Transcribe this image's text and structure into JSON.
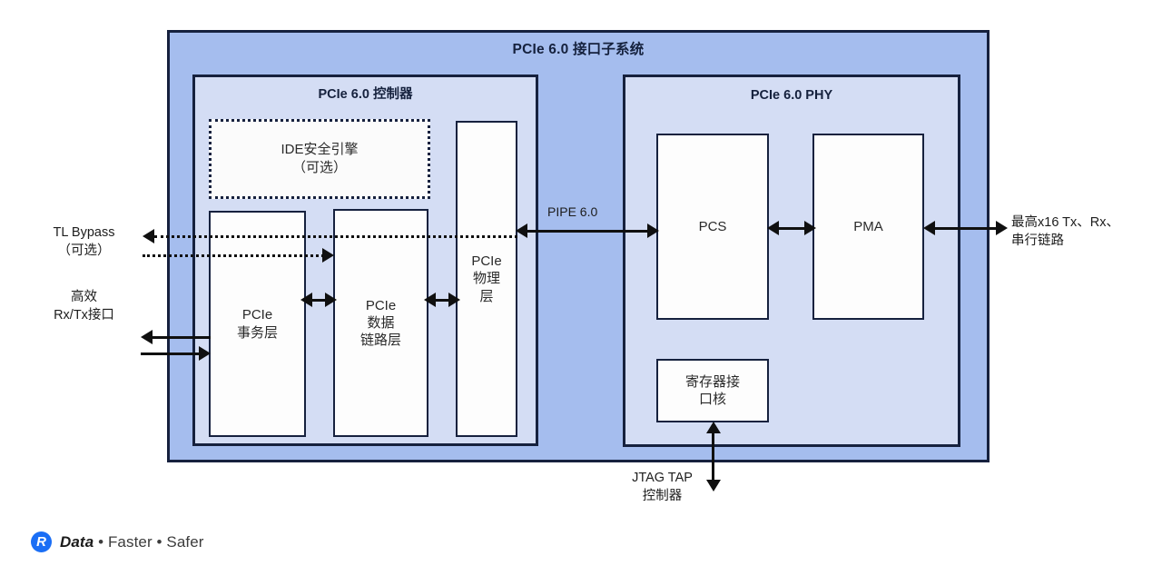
{
  "diagram": {
    "subsystem": {
      "title": "PCIe 6.0 接口子系统"
    },
    "controller": {
      "title": "PCIe 6.0 控制器",
      "blocks": {
        "ide": "IDE安全引擎\n（可选）",
        "transaction_layer": "PCIe\n事务层",
        "data_link_layer": "PCIe\n数据\n链路层",
        "physical_layer": "PCIe\n物理\n层"
      }
    },
    "phy": {
      "title": "PCIe 6.0 PHY",
      "blocks": {
        "pcs": "PCS",
        "pma": "PMA",
        "register_interface_core": "寄存器接\n口核"
      }
    },
    "labels": {
      "tl_bypass": "TL Bypass\n（可选）",
      "rx_tx_interface": "高效\nRx/Tx接口",
      "pipe": "PIPE 6.0",
      "serial_link": "最高x16 Tx、Rx、\n串行链路",
      "jtag": "JTAG TAP\n控制器"
    }
  },
  "footer": {
    "logo_letter": "R",
    "brand": "Data",
    "tagline": " • Faster • Safer"
  },
  "colors": {
    "subsystem_fill": "#a5bdee",
    "panel_fill": "#d4ddf4",
    "block_fill": "#fdfdfd",
    "stroke": "#16213e",
    "connector": "#101010",
    "logo_blue": "#1a6ef5"
  }
}
